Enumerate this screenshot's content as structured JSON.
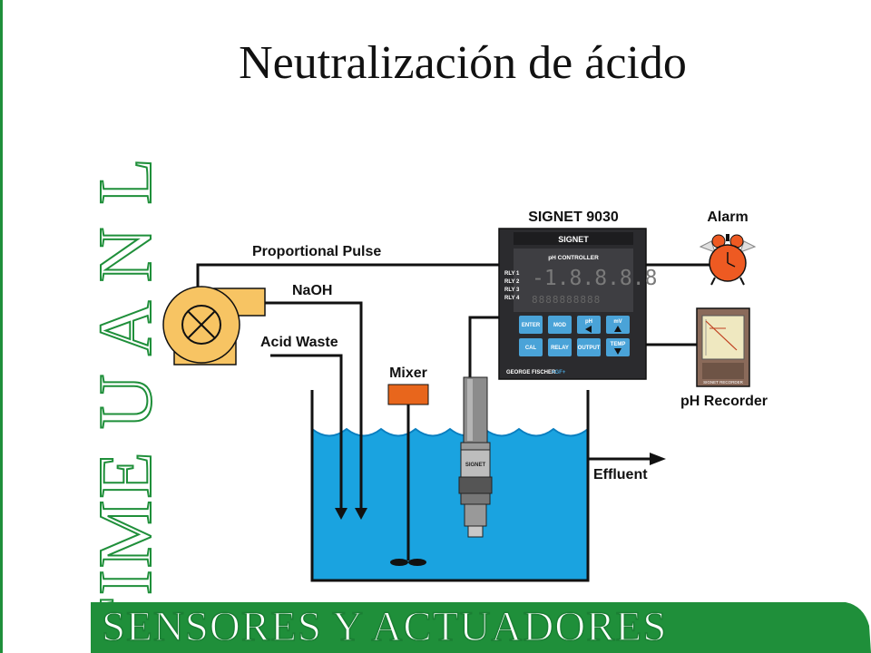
{
  "title": "Neutralización de ácido",
  "sidebar_text": "FIME U A N L",
  "footer_text": "SENSORES Y ACTUADORES",
  "labels": {
    "controller_model": "SIGNET 9030",
    "alarm": "Alarm",
    "proportional_pulse": "Proportional Pulse",
    "naoh": "NaOH",
    "acid_waste": "Acid Waste",
    "mixer": "Mixer",
    "effluent": "Effluent",
    "ph_recorder": "pH Recorder"
  },
  "controller": {
    "brand": "SIGNET",
    "subtitle": "pH CONTROLLER",
    "display": "-1.8.8.8.8",
    "display_lower": "8888888888",
    "relays": [
      "RLY 1",
      "RLY 2",
      "RLY 3",
      "RLY 4"
    ],
    "keys": [
      {
        "label": "ENTER"
      },
      {
        "label": "MOD"
      },
      {
        "label": "pH"
      },
      {
        "label": "mV"
      },
      {
        "label": "CAL"
      },
      {
        "label": "RELAY"
      },
      {
        "label": "OUTPUT"
      },
      {
        "label": "TEMP"
      }
    ],
    "maker": "GEORGE FISCHER",
    "maker_mark": "+GF+"
  },
  "probe_label": "SIGNET",
  "recorder_label": "SIGNET RECORDER",
  "colors": {
    "green": "#1f8f3a",
    "water": "#1aa3e0",
    "water_dark": "#0a7fc0",
    "pump": "#f7c463",
    "mixer": "#e8661c",
    "alarm": "#ee5a22",
    "controller": "#2b2b2e",
    "key": "#4aa3d8"
  }
}
